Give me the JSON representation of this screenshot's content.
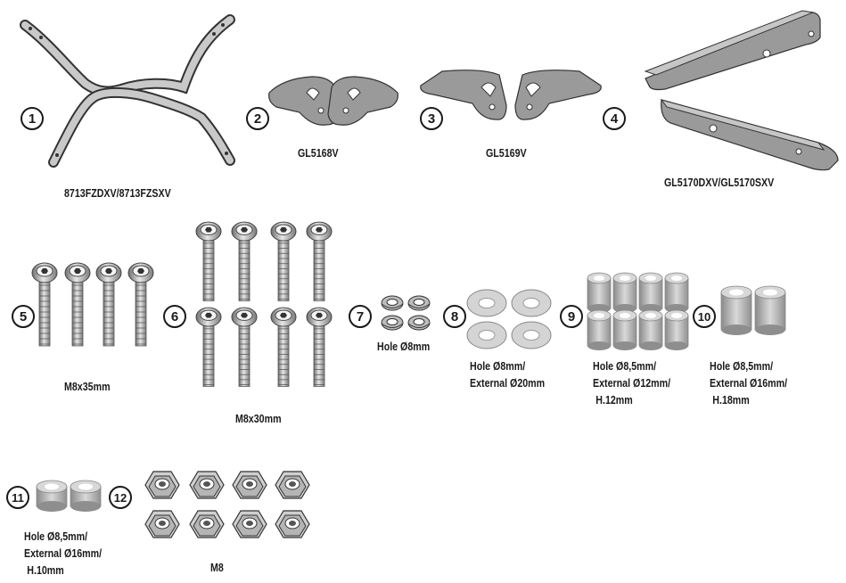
{
  "parts": [
    {
      "number": "1",
      "lines": [
        "8713FZDXV/8713FZSXV"
      ]
    },
    {
      "number": "2",
      "lines": [
        "GL5168V"
      ]
    },
    {
      "number": "3",
      "lines": [
        "GL5169V"
      ]
    },
    {
      "number": "4",
      "lines": [
        "GL5170DXV/GL5170SXV"
      ]
    },
    {
      "number": "5",
      "lines": [
        "M8x35mm"
      ]
    },
    {
      "number": "6",
      "lines": [
        "M8x30mm"
      ]
    },
    {
      "number": "7",
      "lines": [
        "Hole Ø8mm"
      ]
    },
    {
      "number": "8",
      "lines": [
        "Hole Ø8mm/",
        "External Ø20mm"
      ]
    },
    {
      "number": "9",
      "lines": [
        "Hole Ø8,5mm/",
        "External Ø12mm/",
        "H.12mm"
      ]
    },
    {
      "number": "10",
      "lines": [
        "Hole Ø8,5mm/",
        "External Ø16mm/",
        "H.18mm"
      ]
    },
    {
      "number": "11",
      "lines": [
        "Hole Ø8,5mm/",
        "External Ø16mm/",
        "H.10mm"
      ]
    },
    {
      "number": "12",
      "lines": [
        "M8"
      ]
    }
  ],
  "colors": {
    "ink": "#1a1a1a",
    "part_fill": "#9a9a9a",
    "part_light": "#d0d0d0"
  }
}
